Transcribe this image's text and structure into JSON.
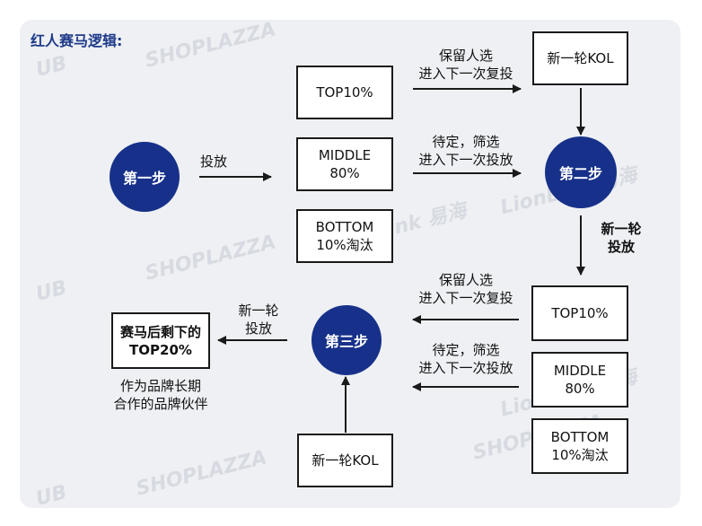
{
  "title": "红人赛马逻辑:",
  "steps": {
    "step1": "第一步",
    "step2": "第二步",
    "step3": "第三步"
  },
  "round1": {
    "top": "TOP10%",
    "middle_line1": "MIDDLE",
    "middle_line2": "80%",
    "bottom_line1": "BOTTOM",
    "bottom_line2": "10%淘汰"
  },
  "round2": {
    "top": "TOP10%",
    "middle_line1": "MIDDLE",
    "middle_line2": "80%",
    "bottom_line1": "BOTTOM",
    "bottom_line2": "10%淘汰"
  },
  "new_kol_top": "新一轮KOL",
  "new_kol_bottom": "新一轮KOL",
  "final_box": {
    "line1": "赛马后剩下的",
    "line2": "TOP20%"
  },
  "final_note": {
    "line1": "作为品牌长期",
    "line2": "合作的品牌伙伴"
  },
  "labels": {
    "launch": "投放",
    "keep1_line1": "保留人选",
    "keep1_line2": "进入下一次复投",
    "pending1_line1": "待定，筛选",
    "pending1_line2": "进入下一次投放",
    "new_round_line1": "新一轮",
    "new_round_line2": "投放",
    "keep2_line1": "保留人选",
    "keep2_line2": "进入下一次复投",
    "pending2_line1": "待定，筛选",
    "pending2_line2": "进入下一次投放",
    "final_launch_line1": "新一轮",
    "final_launch_line2": "投放"
  },
  "watermarks": [
    "SHOPLAZZA",
    "SHOPLAZZA",
    "SHOPLAZZA",
    "SHOPLAZZA",
    "LionLink 易海",
    "LionLink 易海",
    "LionLink 易海",
    "UB",
    "UB",
    "UB"
  ],
  "colors": {
    "circle": "#17318a",
    "panel": "#eef0f3",
    "title": "#1f3a8a"
  }
}
